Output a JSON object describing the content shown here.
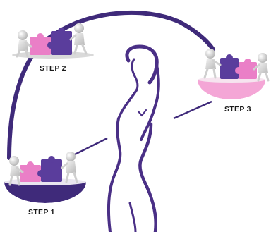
{
  "steps": [
    {
      "label": "STEP 1"
    },
    {
      "label": "STEP 2"
    },
    {
      "label": "STEP 3"
    }
  ],
  "colors": {
    "arc": "#3f2a7a",
    "silhouette": "#4a2f86",
    "purple_piece": "#5a3d9c",
    "pink_piece": "#ea7fc7",
    "step3_bowl": "#f4a6d6",
    "step1_bowl": "#3f2a7a",
    "figure": "#e8e8e8"
  }
}
